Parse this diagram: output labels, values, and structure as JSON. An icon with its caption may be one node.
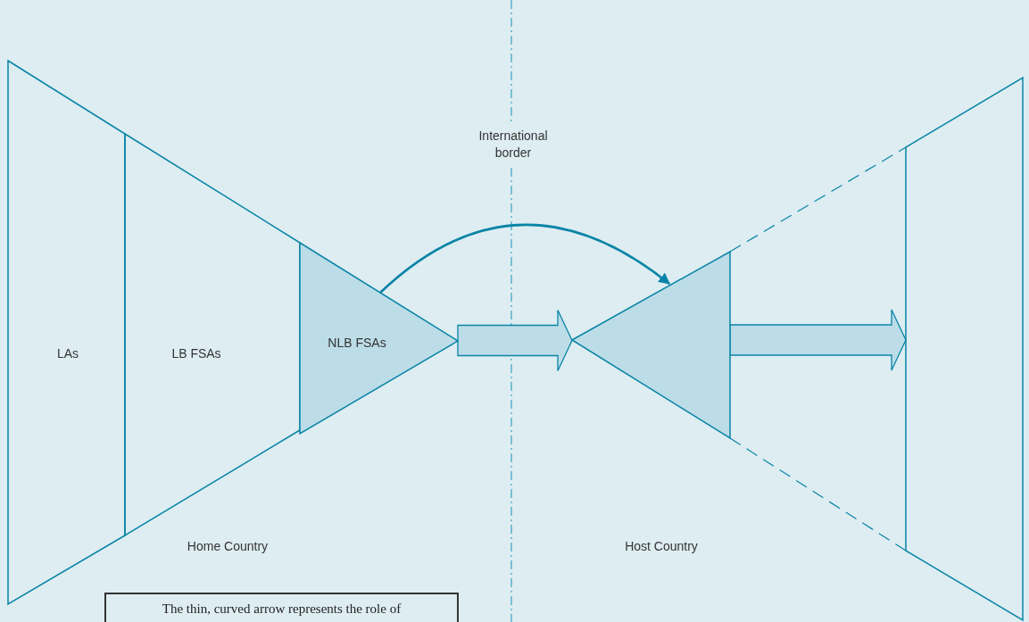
{
  "diagram": {
    "nodes": [
      {
        "text": [
          "LAs"
        ]
      },
      {
        "text": [
          "LB FSAs"
        ]
      },
      {
        "text": [
          "NLB FSAs"
        ]
      },
      {
        "text": [],
        "shape": "triangle"
      },
      {
        "text": [],
        "shape": "box"
      },
      {
        "text": [
          "The thin, curved arrow represents the role of"
        ]
      }
    ],
    "edges": [
      {
        "from": 2,
        "to": 3,
        "arrow": "to"
      },
      {
        "from": 2,
        "to": 3,
        "arrow": "to",
        "style": "thick"
      },
      {
        "from": 3,
        "to": 4,
        "arrow": "to",
        "style": "thick"
      },
      {
        "from": 3,
        "to": 4,
        "arrow": "none",
        "style": "dashed"
      },
      {
        "from": 3,
        "to": 4,
        "arrow": "none",
        "style": "dashed"
      }
    ],
    "labels": [
      "International border",
      "Home Country",
      "Host Country"
    ]
  }
}
